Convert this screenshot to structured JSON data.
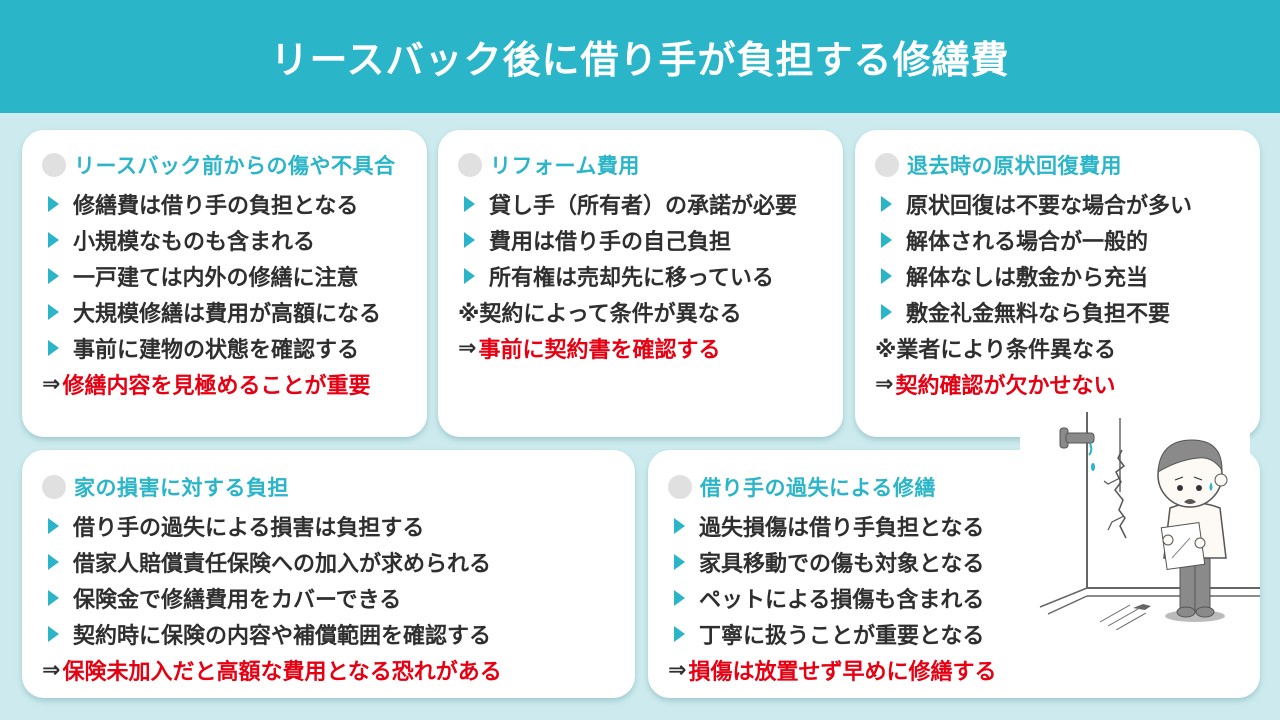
{
  "title": "リースバック後に借り手が負担する修繕費",
  "colors": {
    "accent": "#2bb5c8",
    "background": "#cdebef",
    "conclusion": "#e60012",
    "text": "#2f2f2f"
  },
  "cards": [
    {
      "title": "リースバック前からの傷や不具合",
      "items": [
        "修繕費は借り手の負担となる",
        "小規模なものも含まれる",
        "一戸建ては内外の修繕に注意",
        "大規模修繕は費用が高額になる",
        "事前に建物の状態を確認する"
      ],
      "note": "",
      "conclusion_arrow": "⇒",
      "conclusion": "修繕内容を見極めることが重要"
    },
    {
      "title": "リフォーム費用",
      "items": [
        "貸し手（所有者）の承諾が必要",
        "費用は借り手の自己負担",
        "所有権は売却先に移っている"
      ],
      "note": "※契約によって条件が異なる",
      "conclusion_arrow": "⇒",
      "conclusion": "事前に契約書を確認する"
    },
    {
      "title": "退去時の原状回復費用",
      "items": [
        "原状回復は不要な場合が多い",
        "解体される場合が一般的",
        "解体なしは敷金から充当",
        "敷金礼金無料なら負担不要"
      ],
      "note": "※業者により条件異なる",
      "conclusion_arrow": "⇒",
      "conclusion": "契約確認が欠かせない"
    },
    {
      "title": "家の損害に対する負担",
      "items": [
        "借り手の過失による損害は負担する",
        "借家人賠償責任保険への加入が求められる",
        "保険金で修繕費用をカバーできる",
        "契約時に保険の内容や補償範囲を確認する"
      ],
      "note": "",
      "conclusion_arrow": "⇒",
      "conclusion": "保険未加入だと高額な費用となる恐れがある"
    },
    {
      "title": "借り手の過失による修繕",
      "items": [
        "過失損傷は借り手負担となる",
        "家具移動での傷も対象となる",
        "ペットによる損傷も含まれる",
        "丁寧に扱うことが重要となる"
      ],
      "note": "",
      "conclusion_arrow": "⇒",
      "conclusion": "損傷は放置せず早めに修繕する"
    }
  ],
  "illustration": "worried-tenant-with-cracked-wall-and-leaking-faucet"
}
